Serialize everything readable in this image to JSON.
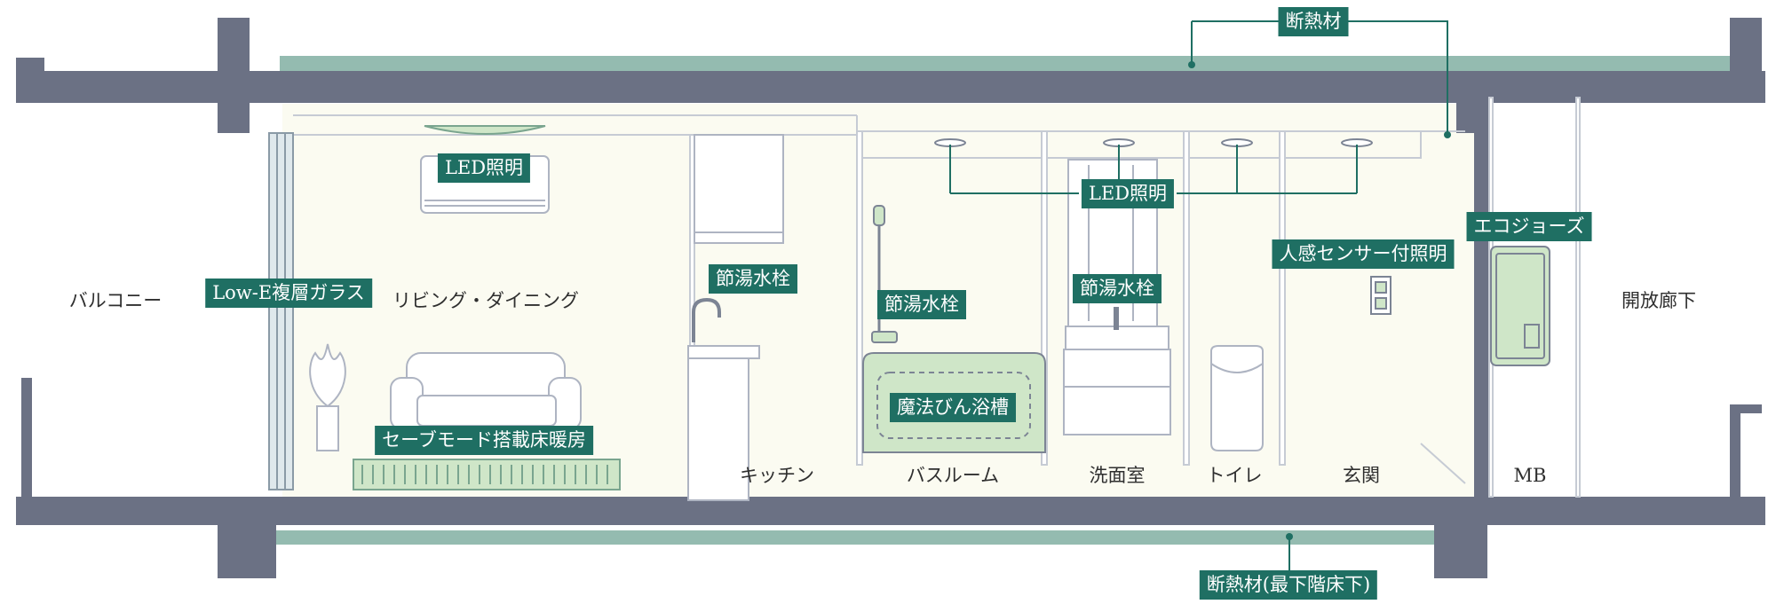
{
  "rooms": {
    "balcony": "バルコニー",
    "living": "リビング・ダイニング",
    "kitchen": "キッチン",
    "bathroom": "バスルーム",
    "washroom": "洗面室",
    "toilet": "トイレ",
    "entrance": "玄関",
    "mb": "MB",
    "corridor": "開放廊下"
  },
  "labels": {
    "insulation_top": "断熱材",
    "insulation_bottom": "断熱材(最下階床下)",
    "led_living": "LED照明",
    "led_ceiling": "LED照明",
    "lowe_glass": "Low-E複層ガラス",
    "floor_heating": "セーブモード搭載床暖房",
    "faucet_kitchen": "節湯水栓",
    "faucet_bath": "節湯水栓",
    "faucet_wash": "節湯水栓",
    "thermos_bath": "魔法びん浴槽",
    "sensor_light": "人感センサー付照明",
    "ecojozu": "エコジョーズ"
  },
  "colors": {
    "structure": "#6b7184",
    "insulation": "#94bbb0",
    "interior": "#fbfbf1",
    "fixture_green": "#cfe6c8",
    "label_bg": "#1f6f63",
    "outline": "#aeb4c2"
  }
}
